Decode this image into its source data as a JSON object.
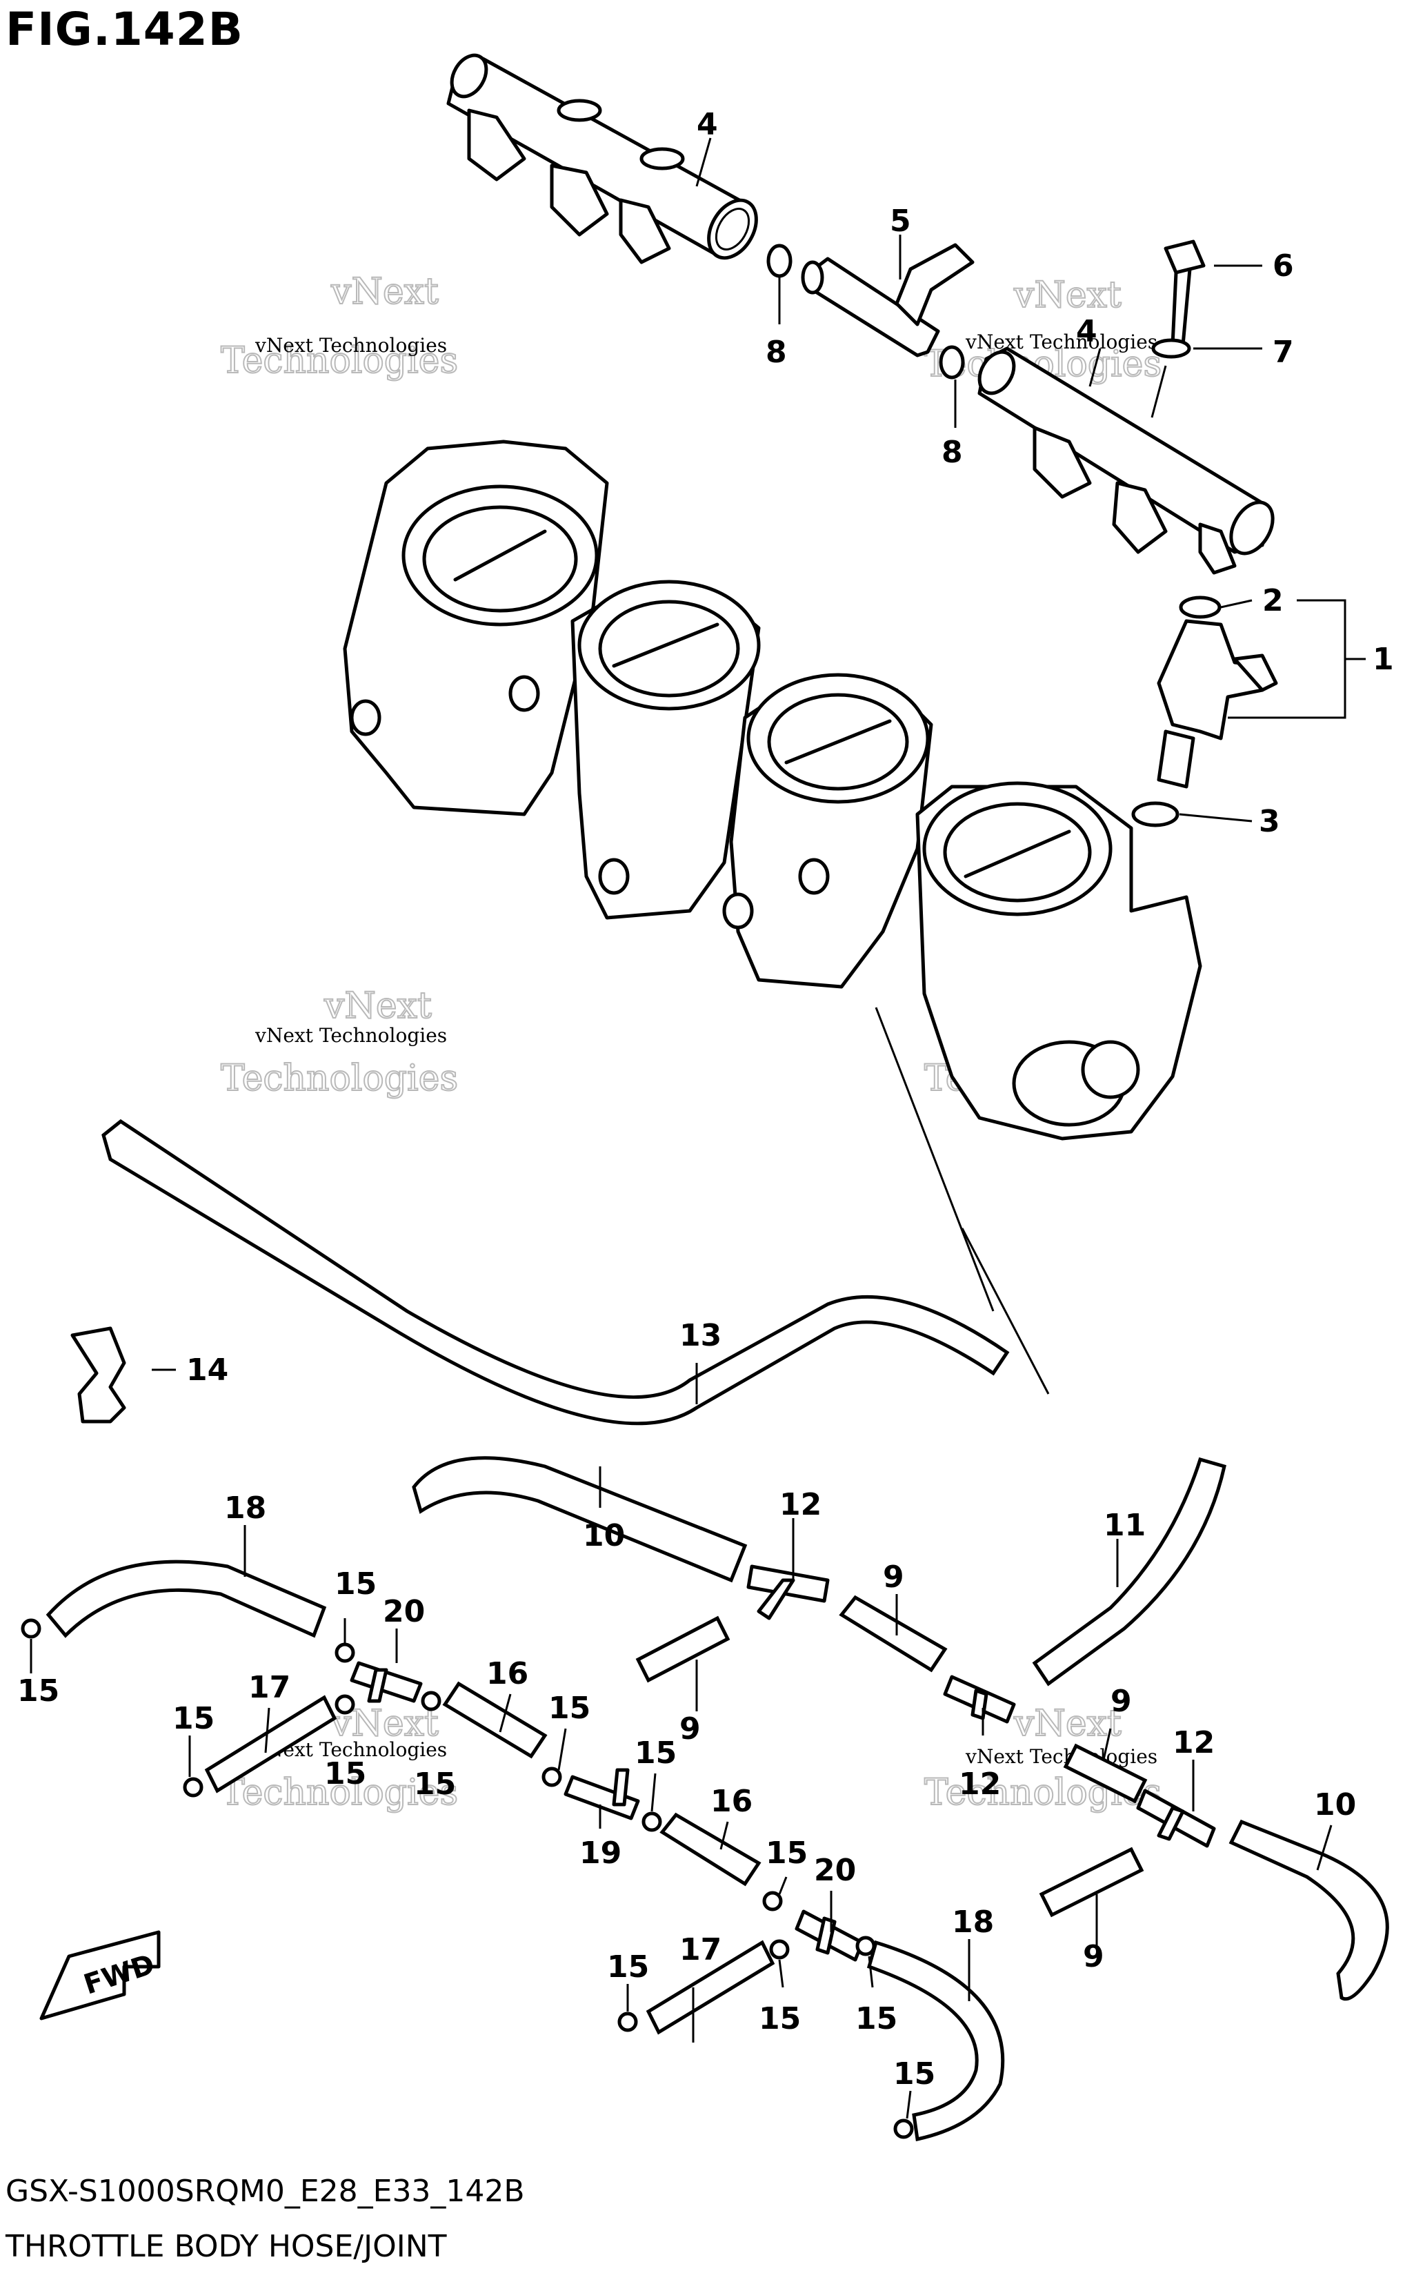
{
  "figure": {
    "title": "FIG.142B",
    "model_code": "GSX-S1000SRQM0_E28_E33_142B",
    "caption": "THROTTLE BODY HOSE/JOINT"
  },
  "watermark": {
    "line1": "vNext Technologies",
    "line2": "vNext",
    "line3": "Technologies"
  },
  "fwd_badge": "FWD",
  "callouts": {
    "c1": "1",
    "c2": "2",
    "c3": "3",
    "c4a": "4",
    "c4b": "4",
    "c5": "5",
    "c6": "6",
    "c7": "7",
    "c8a": "8",
    "c8b": "8",
    "c9a": "9",
    "c9b": "9",
    "c9c": "9",
    "c9d": "9",
    "c10a": "10",
    "c10b": "10",
    "c11": "11",
    "c12a": "12",
    "c12b": "12",
    "c12c": "12",
    "c13": "13",
    "c14": "14",
    "c15a": "15",
    "c15b": "15",
    "c15c": "15",
    "c15d": "15",
    "c15e": "15",
    "c15f": "15",
    "c15g": "15",
    "c15h": "15",
    "c15i": "15",
    "c15j": "15",
    "c15k": "15",
    "c15l": "15",
    "c16a": "16",
    "c16b": "16",
    "c17a": "17",
    "c17b": "17",
    "c18a": "18",
    "c18b": "18",
    "c19": "19",
    "c20a": "20",
    "c20b": "20"
  }
}
